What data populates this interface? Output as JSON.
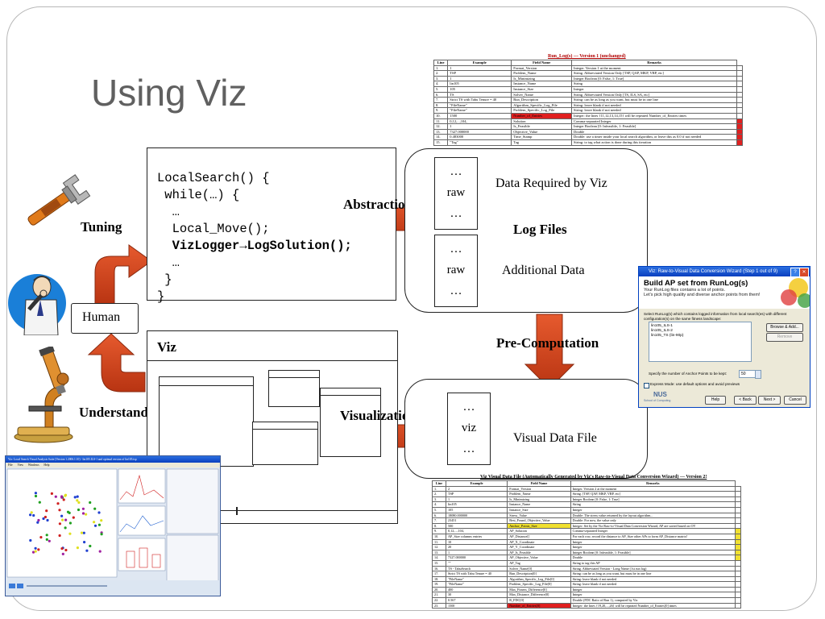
{
  "title": "Using Viz",
  "code": {
    "lines": [
      "LocalSearch() {",
      " while(…) {",
      "  …",
      "  Local_Move();",
      "  VizLogger→LogSolution();",
      "  …",
      " }",
      "}"
    ]
  },
  "labels": {
    "tuning": "Tuning",
    "understanding": "Understanding",
    "human": "Human",
    "abstraction": "Abstraction",
    "precomputation": "Pre-Computation",
    "visualization": "Visualization",
    "viz_window": "Viz"
  },
  "data_box": {
    "raw1": [
      "…",
      "raw",
      "…"
    ],
    "raw2": [
      "…",
      "raw",
      "…"
    ],
    "data_required": "Data Required by Viz",
    "log_files": "Log Files",
    "additional_data": "Additional Data"
  },
  "visual_box": {
    "viz_item": [
      "…",
      "viz",
      "…"
    ],
    "visual_data_file": "Visual Data File"
  },
  "runlog_table": {
    "title": "Run_Log(s) --- Version 1 (unchanged)",
    "headers": [
      "Line",
      "Example",
      "Field Name",
      "Remarks"
    ],
    "rows": [
      [
        "1.",
        "1",
        "Format_Version",
        "Integer. Version 1 at the moment"
      ],
      [
        "2.",
        "TSP",
        "Problem_Name",
        "String. Abbreviated Version Only [TSP, QAP, MKP, VRP, etc]"
      ],
      [
        "3.",
        "1",
        "Is_Minimizing",
        "Integer Boolean [0: False, 1: True]"
      ],
      [
        "4.",
        "lin105",
        "Instance_Name",
        "String"
      ],
      [
        "5.",
        "105",
        "Instance_Size",
        "Integer"
      ],
      [
        "6.",
        "TS",
        "Solver_Name",
        "String. Abbreviated Version Only [TS, ILS, SA, etc]"
      ],
      [
        "7.",
        "Strict TS with Tabu Tenure = 40",
        "Run_Description",
        "String: can be as long as you want, but must be in one line"
      ],
      [
        "8.",
        "\"FileName\"",
        "Algorithm_Specific_Log_File",
        "String: leave blank if not needed"
      ],
      [
        "9.",
        "\"FileName\"",
        "Problem_Specific_Log_File",
        "String: leave blank if not needed"
      ],
      [
        "10.",
        "1500",
        "Number_of_Entries",
        "Integer: the lines {11,12,13,14,15} will be repeated Number_of_Entries times"
      ],
      [
        "11.",
        "0,12,...,104,",
        "Solution",
        "Comma-separated Integer"
      ],
      [
        "12.",
        "1",
        "Is_Feasible",
        "Integer Boolean [0: Infeasible, 1: Feasible]"
      ],
      [
        "13.",
        "7327.000000",
        "Objective_Value",
        "Double"
      ],
      [
        "14.",
        "0.483000",
        "Time_Stamp",
        "Double: use a timer inside your local search algorithm, or leave this as 0.0 if not needed"
      ],
      [
        "15.",
        "\"Tag\"",
        "Tag",
        "String: to tag what action is done during this iteration"
      ]
    ]
  },
  "vizfile_table": {
    "title": "Viz Visual Data File (Automatically Generated by Viz's Raw-to-Visual Data Conversion Wizard) --- Version 2!",
    "headers": [
      "Line",
      "Example",
      "Field Name",
      "Remarks"
    ],
    "rows": [
      [
        "1.",
        "2",
        "Format_Version",
        "Integer. Version 2 at the moment"
      ],
      [
        "2.",
        "TSP",
        "Problem_Name",
        "String. [TSP, QAP, MKP, VRP, etc]"
      ],
      [
        "3.",
        "1",
        "Is_Minimizing",
        "Integer Boolean [0: False, 1: True]"
      ],
      [
        "4.",
        "lin105",
        "Instance_Name",
        "String"
      ],
      [
        "5.",
        "105",
        "Instance_Size",
        "Integer"
      ],
      [
        "6.",
        "18080.000000",
        "Stress_Value",
        "Double: The stress value returned by the layout algorithm..."
      ],
      [
        "7.",
        "23451",
        "Best_Found_Objective_Value",
        "Double: For now, the value only"
      ],
      [
        "8.",
        "500",
        "Anchor_Points_Size",
        "Integer: Set by the Viz Raw-to-Visual Data Conversion Wizard, AP are sorted based on OV"
      ],
      [
        "9.",
        "0,12,...,104,",
        "AP_Solution",
        "Comma-separated Integer"
      ],
      [
        "10.",
        "AP_Size columns entries",
        "AP_Distance[]",
        "For each row, record the distance to AP_Size other APs to form AP_Distance matrix!"
      ],
      [
        "11.",
        "10",
        "AP_X_Coordinate",
        "Integer"
      ],
      [
        "12.",
        "20",
        "AP_Y_Coordinate",
        "Integer"
      ],
      [
        "13.",
        "1",
        "AP_Is_Feasible",
        "Integer Boolean [0: Infeasible, 1: Feasible]"
      ],
      [
        "14.",
        "7327.000000",
        "AP_Objective_Value",
        "Double"
      ],
      [
        "15.",
        "\"\"",
        "AP_Tag",
        "String to tag this AP"
      ],
      [
        "16.",
        "TS - TabuSearch",
        "Solver_Name[0]",
        "String. Abbreviated Version - Long Name (1st run log)"
      ],
      [
        "17.",
        "Strict TS with Tabu Tenure = 40",
        "Run_Description[0]",
        "String: can be as long as you want, but must be in one line"
      ],
      [
        "18.",
        "\"FileName\"",
        "Algorithm_Specific_Log_File[0]",
        "String: leave blank if not needed"
      ],
      [
        "19.",
        "\"FileName\"",
        "Problem_Specific_Log_File[0]",
        "String: leave blank if not needed"
      ],
      [
        "20.",
        "400",
        "Max_Fitness_Difference[0]",
        "Integer"
      ],
      [
        "21.",
        "30",
        "Max_Distance_Difference[0]",
        "Integer"
      ],
      [
        "22.",
        "0.567",
        "R_FDC[0]",
        "Double (FDC Ratio of Run 1), computed by Viz"
      ],
      [
        "23.",
        "1500",
        "Number_of_Entries[0]",
        "Integer: the lines {19,20,...,26} will be repeated Number_of_Entries[0] times"
      ]
    ]
  },
  "wizard": {
    "window_title": "Viz: Raw-to-Visual Data Conversion Wizard (Step 1 out of 9)",
    "heading": "Build AP set from RunLog(s)",
    "subtext1": "Your RunLog files contains a lot of points.",
    "subtext2": "Let's pick high quality and diverse anchor points from them!",
    "instruction": "Select RunLog(s) which contains logged information from local search(es) with different configuration(s) on the same fitness landscape:",
    "list_items": [
      "lin105_ILS-1",
      "lin105_ILS-2",
      "lin105_TS (lin-90p)"
    ],
    "browse_label": "Browse & Add...",
    "remove_label": "Remove",
    "anchor_label": "Specify the number of Anchor Points to be kept:",
    "anchor_value": "50",
    "express_label": "Express Mode: use default options and avoid previews",
    "help_label": "Help",
    "back_label": "< Back",
    "next_label": "Next >",
    "cancel_label": "Cancel",
    "logo_text": "NUS",
    "school_text": "School of Computing"
  },
  "screenshot": {
    "title": "Viz: Local Search Visual Analysis Suite (Version 1.2006.1.10) - lin105.ILS-1 and optimal version of lin105.tsp",
    "menu": [
      "File",
      "View",
      "Windows",
      "Help"
    ]
  },
  "colors": {
    "arrow": "#d0401b",
    "arrow_edge": "#8a2a10",
    "title": "#606060",
    "highlight_red": "#e02020",
    "highlight_yellow": "#f0e030"
  }
}
